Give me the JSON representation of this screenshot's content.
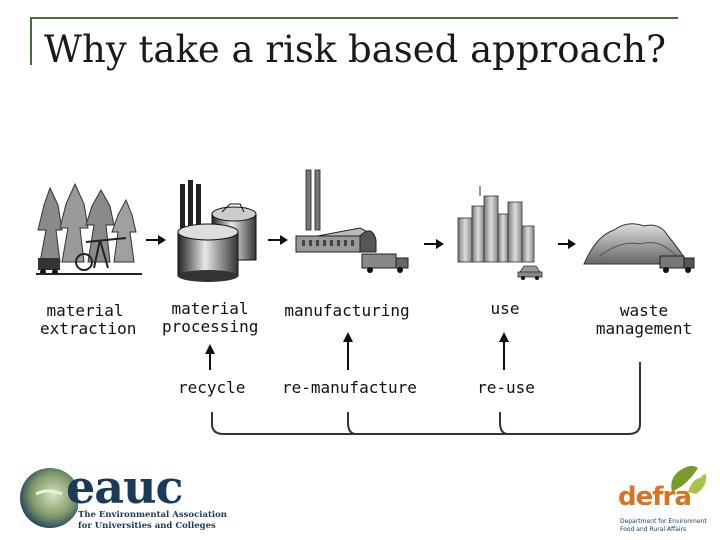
{
  "title": "Why take a risk based approach?",
  "stages": [
    {
      "label": "material\nextraction",
      "icon": "forest-mine-icon"
    },
    {
      "label": "material\nprocessing",
      "icon": "processing-plant-icon"
    },
    {
      "label": "manufacturing",
      "icon": "factory-icon"
    },
    {
      "label": "use",
      "icon": "city-icon"
    },
    {
      "label": "waste\nmanagement",
      "icon": "landfill-icon"
    }
  ],
  "loops": [
    {
      "label": "recycle"
    },
    {
      "label": "re-manufacture"
    },
    {
      "label": "re-use"
    }
  ],
  "logos": {
    "eauc": {
      "word": "eauc",
      "line1": "The Environmental Association",
      "line2": "for Universities and Colleges"
    },
    "defra": {
      "word": "defra",
      "line1": "Department for Environment",
      "line2": "Food and Rural Affairs"
    }
  },
  "colors": {
    "frame": "#4a6b3c",
    "eauc_navy": "#1a3a5a",
    "defra_orange": "#d9741e",
    "defra_green": "#7a9a2a"
  }
}
